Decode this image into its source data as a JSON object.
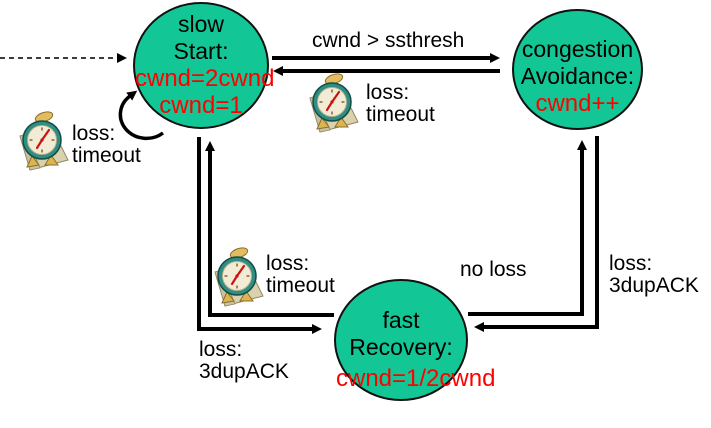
{
  "title": "TCP congestion control state machine",
  "colors": {
    "state_fill": "#12c695",
    "state_stroke": "#111111",
    "action_text": "#ff0000",
    "label_text": "#000000",
    "arrow": "#000000"
  },
  "states": {
    "slow_start": {
      "name_line1": "slow",
      "name_line2": "Start:",
      "action_line1": "cwnd=2cwnd",
      "action_line2": "cwnd=1"
    },
    "congestion_avoidance": {
      "name_line1": "congestion",
      "name_line2": "Avoidance:",
      "action_line1": "cwnd++"
    },
    "fast_recovery": {
      "name_line1": "fast",
      "name_line2": "Recovery:",
      "action_line1": "cwnd=1/2cwnd"
    }
  },
  "transitions": {
    "slowstart_to_congestionavoidance": {
      "label": "cwnd > ssthresh"
    },
    "congestionavoidance_to_slowstart": {
      "line1": "loss:",
      "line2": "timeout",
      "icon": "alarm-clock-icon"
    },
    "slowstart_self_loop": {
      "line1": "loss:",
      "line2": "timeout",
      "icon": "alarm-clock-icon"
    },
    "fastrecovery_to_slowstart": {
      "line1": "loss:",
      "line2": "timeout",
      "icon": "alarm-clock-icon"
    },
    "slowstart_to_fastrecovery": {
      "line1": "loss:",
      "line2": "3dupACK"
    },
    "fastrecovery_to_congestionavoidance": {
      "label": "no loss"
    },
    "congestionavoidance_to_fastrecovery": {
      "line1": "loss:",
      "line2": "3dupACK"
    }
  }
}
